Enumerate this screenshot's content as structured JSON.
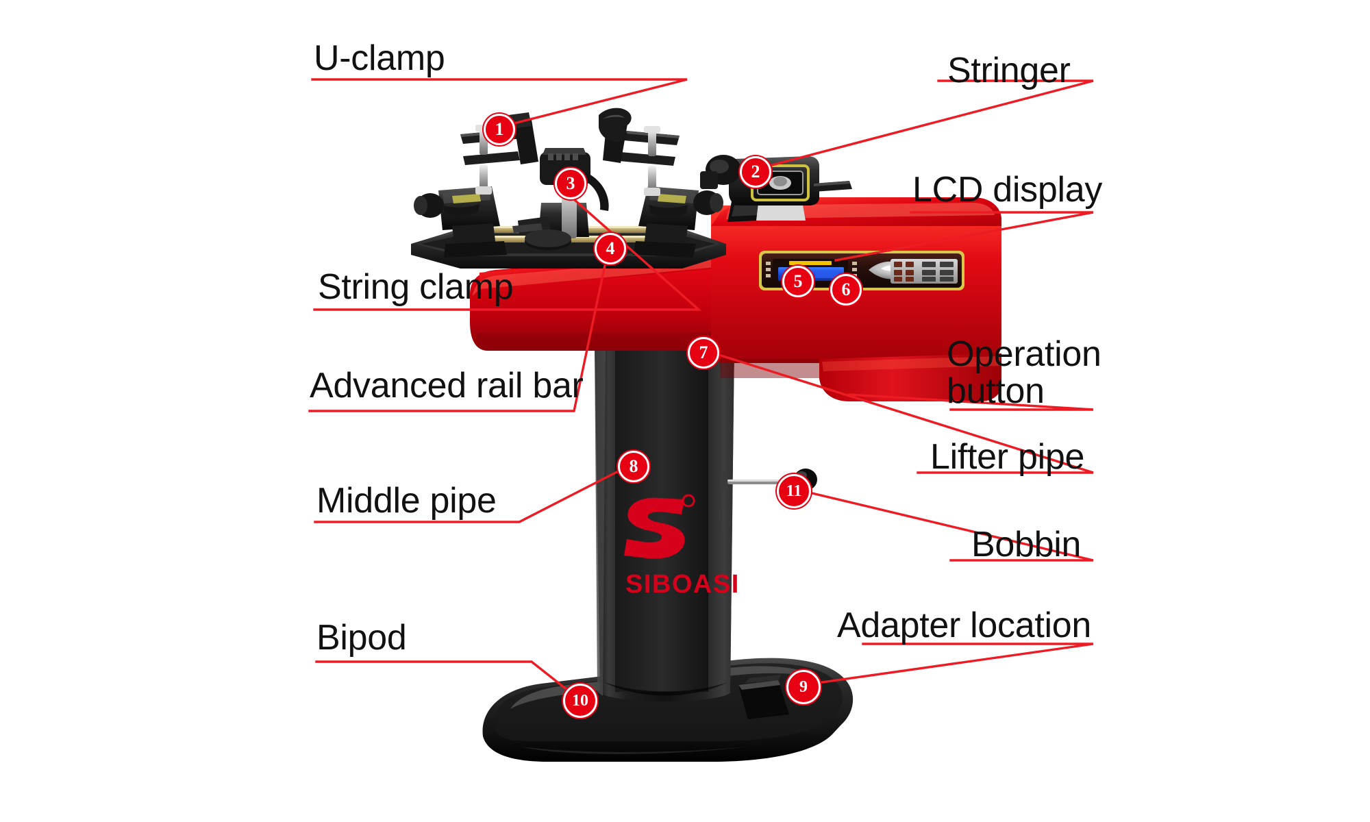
{
  "diagram": {
    "title": "SIBOASI racquet stringing machine parts diagram",
    "brand": "SIBOASI",
    "accent_color": "#e60012",
    "label_color": "#111111",
    "body_color": "#d80012",
    "callouts": [
      {
        "number": "1",
        "label": "U-clamp"
      },
      {
        "number": "2",
        "label": "Stringer"
      },
      {
        "number": "3",
        "label": "String clamp"
      },
      {
        "number": "4",
        "label": "Advanced rail bar"
      },
      {
        "number": "5",
        "label": "LCD display"
      },
      {
        "number": "6",
        "label": "Operation button"
      },
      {
        "number": "7",
        "label": "Lifter pipe"
      },
      {
        "number": "8",
        "label": "Middle pipe"
      },
      {
        "number": "9",
        "label": "Adapter location"
      },
      {
        "number": "10",
        "label": "Bipod"
      },
      {
        "number": "11",
        "label": "Bobbin"
      }
    ],
    "labels": {
      "u_clamp": "U-clamp",
      "stringer": "Stringer",
      "lcd_display": "LCD display",
      "string_clamp": "String clamp",
      "advanced_rail_bar": "Advanced rail bar",
      "operation_button_line1": "Operation",
      "operation_button_line2": "button",
      "lifter_pipe": "Lifter pipe",
      "middle_pipe": "Middle pipe",
      "bobbin": "Bobbin",
      "bipod": "Bipod",
      "adapter_location": "Adapter location"
    },
    "markers": {
      "m1": "1",
      "m2": "2",
      "m3": "3",
      "m4": "4",
      "m5": "5",
      "m6": "6",
      "m7": "7",
      "m8": "8",
      "m9": "9",
      "m10": "10",
      "m11": "11"
    }
  }
}
